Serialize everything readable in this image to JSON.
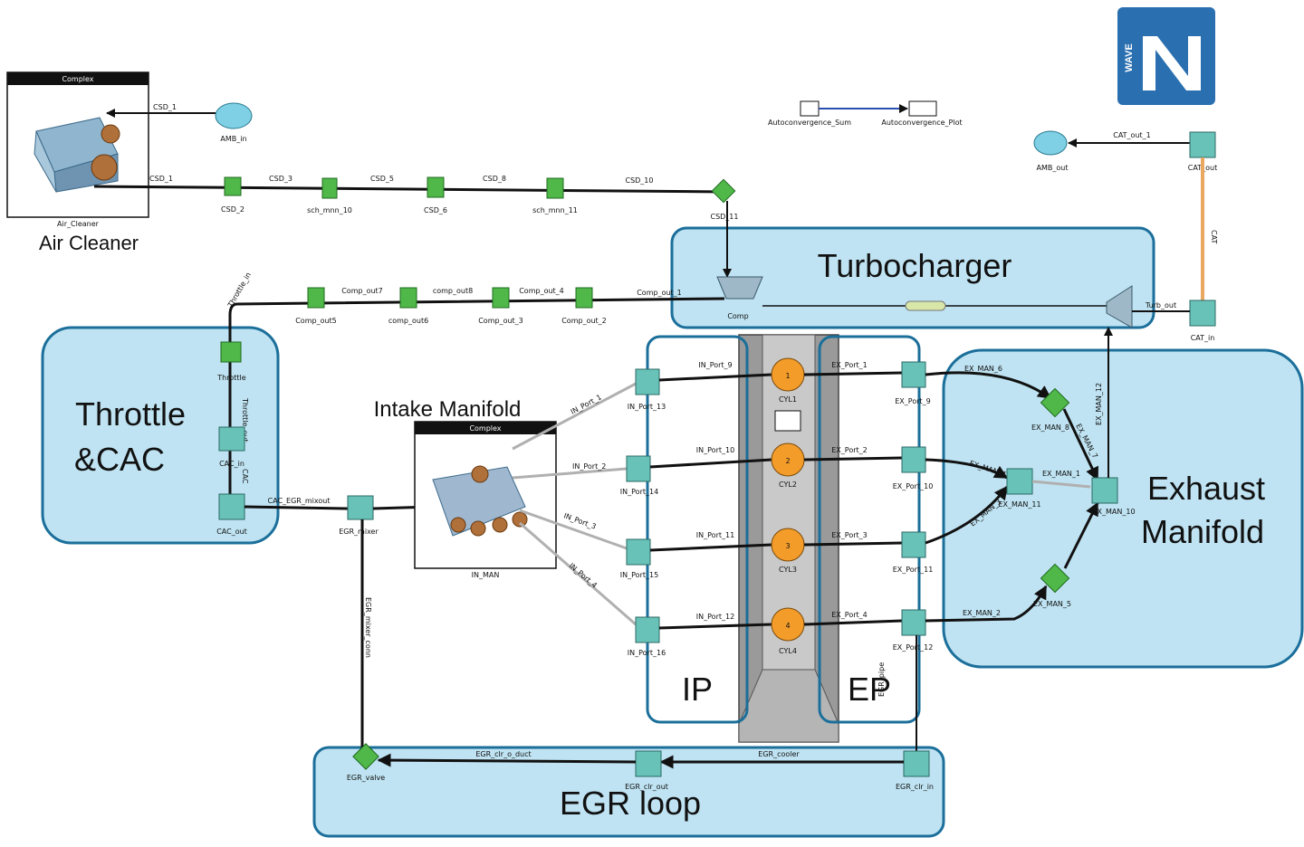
{
  "regions": {
    "air_cleaner": "Air Cleaner",
    "turbocharger": "Turbocharger",
    "throttle_cac_1": "Throttle",
    "throttle_cac_2": "&CAC",
    "intake_manifold": "Intake Manifold",
    "ip": "IP",
    "ep": "EP",
    "exhaust_manifold_1": "Exhaust",
    "exhaust_manifold_2": "Manifold",
    "egr_loop": "EGR loop"
  },
  "complex_header": "Complex",
  "logo": {
    "text": "WAVE",
    "color": "#2a6fb0"
  },
  "colors": {
    "region_fill": "#bfe3f2",
    "region_stroke": "#1b6f9a",
    "green_node": "#4fb848",
    "teal_node": "#68c2b8",
    "cylinder": "#f39c2a"
  },
  "labels": {
    "air_cleaner_box": "Air_Cleaner",
    "ambient_in": "AMB_in",
    "ambient_out": "AMB_out",
    "csd_1a": "CSD_1",
    "csd_1b": "CSD_1",
    "csd_2": "CSD_2",
    "csd_3": "CSD_3",
    "csd_5": "CSD_5",
    "csd_6": "CSD_6",
    "csd_8": "CSD_8",
    "csd_10": "CSD_10",
    "csd_11": "CSD_11",
    "sch_mnn_10": "sch_mnn_10",
    "sch_mnn_11": "sch_mnn_11",
    "autoconv_sum": "Autoconvergence_Sum",
    "autoconv_plot": "Autoconvergence_Plot",
    "cat_out_1": "CAT_out_1",
    "cat_out": "CAT_out",
    "cat": "CAT",
    "cat_in": "CAT_in",
    "turb_out": "Turb_out",
    "comp": "Comp",
    "comp_out_1": "Comp_out_1",
    "comp_out7": "Comp_out7",
    "comp_out8": "comp_out8",
    "comp_out_4": "Comp_out_4",
    "comp_out5": "Comp_out5",
    "comp_out6": "comp_out6",
    "comp_out_3": "Comp_out_3",
    "comp_out_2": "Comp_out_2",
    "throttle_in": "Throttle_in",
    "throttle": "Throttle",
    "throttle_out": "Throttle_out",
    "cac": "CAC",
    "cac_in": "CAC_in",
    "cac_out": "CAC_out",
    "cac_egr_mix": "CAC_EGR_mixout",
    "egr_mixer": "EGR_mixer",
    "egr_mixer_conn": "EGR_mixer_conn",
    "in_man": "IN_MAN",
    "in_port_1": "IN_Port_1",
    "in_port_2": "IN_Port_2",
    "in_port_3": "IN_Port_3",
    "in_port_4": "IN_Port_4",
    "in_port_9": "IN_Port_9",
    "in_port_10": "IN_Port_10",
    "in_port_11": "IN_Port_11",
    "in_port_12": "IN_Port_12",
    "in_port_13": "IN_Port_13",
    "in_port_14": "IN_Port_14",
    "in_port_15": "IN_Port_15",
    "in_port_16": "IN_Port_16",
    "cyl1": "CYL1",
    "cyl2": "CYL2",
    "cyl3": "CYL3",
    "cyl4": "CYL4",
    "n1": "1",
    "n2": "2",
    "n3": "3",
    "n4": "4",
    "ex_port_1": "EX_Port_1",
    "ex_port_2": "EX_Port_2",
    "ex_port_3": "EX_Port_3",
    "ex_port_4": "EX_Port_4",
    "ex_port_9": "EX_Port_9",
    "ex_port_10": "EX_Port_10",
    "ex_port_11": "EX_Port_11",
    "ex_port_12": "EX_Port_12",
    "ex_man_1": "EX_MAN_1",
    "ex_man_2": "EX_MAN_2",
    "ex_man_3": "EX_MAN_3",
    "ex_man_4": "EX_MAN_4",
    "ex_man_5": "EX_MAN_5",
    "ex_man_6": "EX_MAN_6",
    "ex_man_7": "EX_MAN_7",
    "ex_man_8": "EX_MAN_8",
    "ex_man_10": "EX_MAN_10",
    "ex_man_11": "EX_MAN_11",
    "ex_man_12": "EX_MAN_12",
    "egr_valve": "EGR_valve",
    "egr_clr_o_duct": "EGR_clr_o_duct",
    "egr_clr_out": "EGR_clr_out",
    "egr_cooler": "EGR_cooler",
    "egr_clr_in": "EGR_clr_in",
    "egr_pipe": "EGR_pipe"
  }
}
